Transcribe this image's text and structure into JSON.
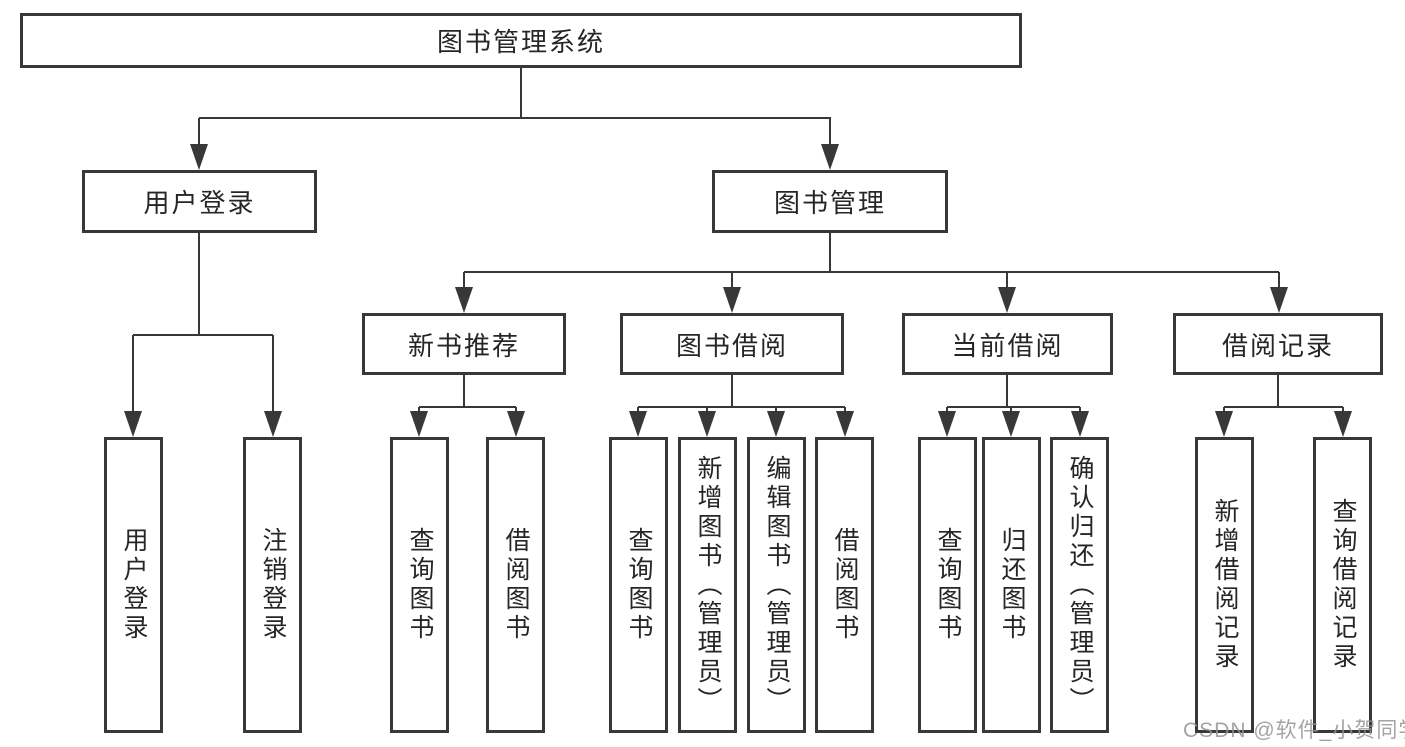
{
  "colors": {
    "line": "#383838",
    "text": "#262626",
    "background": "#ffffff",
    "watermark": "#949494"
  },
  "watermark": {
    "text": "CSDN @软件_小贺同学"
  },
  "diagram": {
    "type": "hierarchy-tree",
    "root": {
      "label": "图书管理系统",
      "children": [
        {
          "label": "用户登录",
          "children": [
            {
              "label": "用户登录"
            },
            {
              "label": "注销登录"
            }
          ]
        },
        {
          "label": "图书管理",
          "children": [
            {
              "label": "新书推荐",
              "children": [
                {
                  "label": "查询图书"
                },
                {
                  "label": "借阅图书"
                }
              ]
            },
            {
              "label": "图书借阅",
              "children": [
                {
                  "label": "查询图书"
                },
                {
                  "label": "新增图书（管理员）"
                },
                {
                  "label": "编辑图书（管理员）"
                },
                {
                  "label": "借阅图书"
                }
              ]
            },
            {
              "label": "当前借阅",
              "children": [
                {
                  "label": "查询图书"
                },
                {
                  "label": "归还图书"
                },
                {
                  "label": "确认归还（管理员）"
                }
              ]
            },
            {
              "label": "借阅记录",
              "children": [
                {
                  "label": "新增借阅记录"
                },
                {
                  "label": "查询借阅记录"
                }
              ]
            }
          ]
        }
      ]
    }
  }
}
